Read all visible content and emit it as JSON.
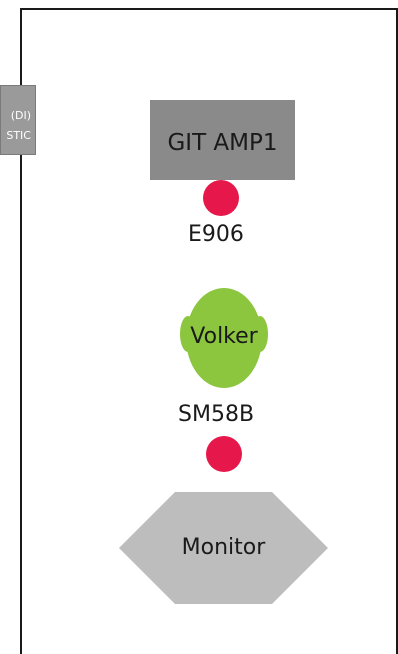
{
  "di_box": {
    "line1": "(DI)",
    "line2": "STIC"
  },
  "amp": {
    "label": "GIT AMP1"
  },
  "mics": [
    {
      "label": "E906",
      "color": "#e6174a"
    },
    {
      "label": "SM58B",
      "color": "#e6174a"
    }
  ],
  "performer": {
    "label": "Volker",
    "color": "#8cc63f"
  },
  "monitor": {
    "label": "Monitor",
    "color": "#bdbdbd"
  }
}
